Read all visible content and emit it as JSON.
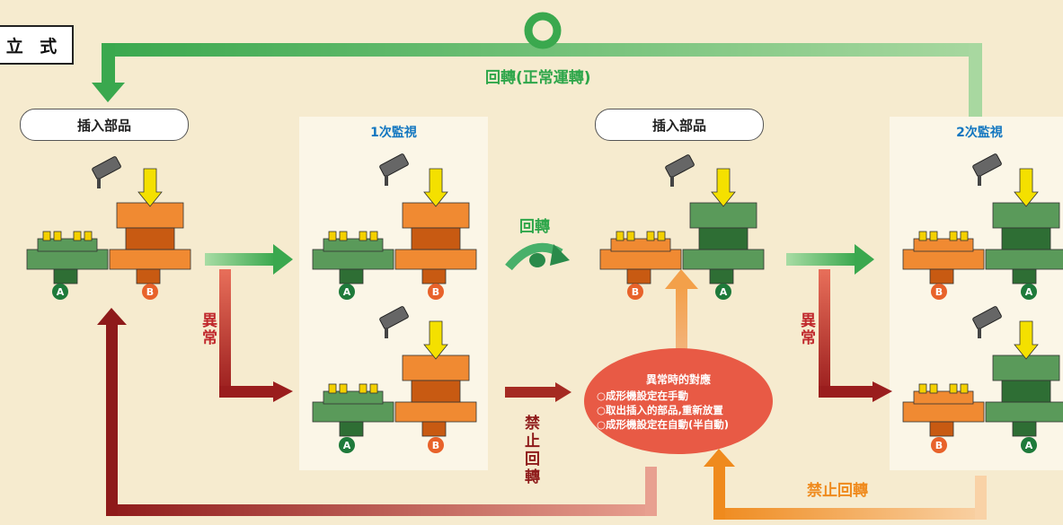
{
  "title": "立 式",
  "top_rotation_label": "回轉(正常運轉)",
  "insert_label_1": "插入部品",
  "insert_label_2": "插入部品",
  "monitor_1_title": "1次監視",
  "monitor_2_title": "2次監視",
  "rotate_label": "回轉",
  "abnormal_label_1": "異常",
  "abnormal_label_2": "異常",
  "no_rotate_vertical": "禁止回轉",
  "no_rotate_horizontal": "禁止回轉",
  "response": {
    "heading": "異常時的對應",
    "items": [
      "○成形機設定在手動",
      "○取出插入的部品,重新放置",
      "○成形機設定在自動(半自動)"
    ]
  },
  "station_labels": {
    "a": "A",
    "b": "B"
  },
  "colors": {
    "green": "#3aa84e",
    "orange": "#ef8a1d",
    "red": "#c0282c",
    "dark_red": "#8e1a1a",
    "blue": "#1276c0",
    "ellipse": "#e85a45"
  },
  "icons": [
    "camera-icon",
    "mold-press-icon",
    "rotate-arrow-icon"
  ]
}
